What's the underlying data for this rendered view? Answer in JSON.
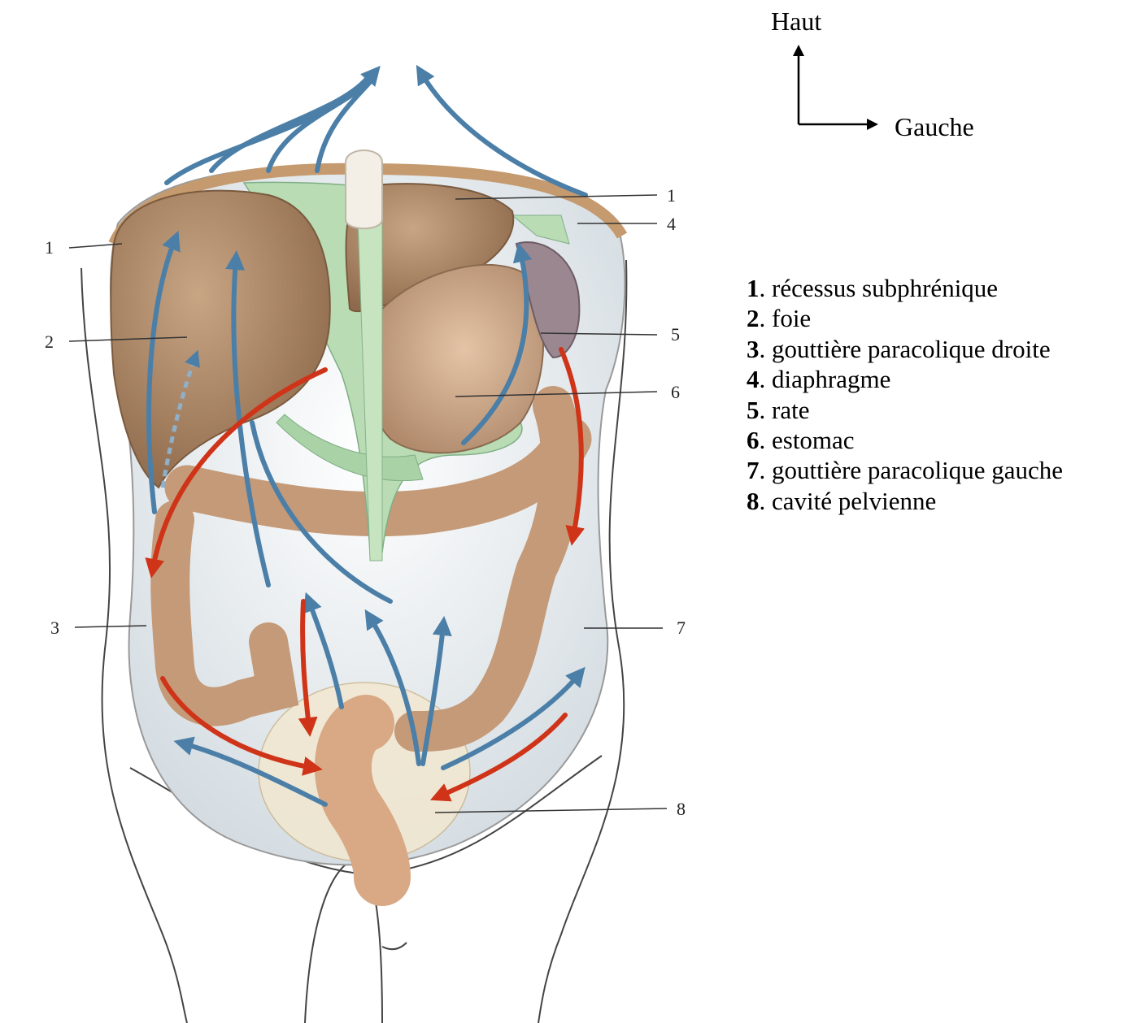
{
  "orientation": {
    "up_label": "Haut",
    "left_label": "Gauche"
  },
  "callouts": [
    "1",
    "1",
    "4",
    "2",
    "5",
    "6",
    "3",
    "7",
    "8"
  ],
  "legend": [
    {
      "num": "1",
      "text": ". récessus subphrénique"
    },
    {
      "num": "2",
      "text": ". foie"
    },
    {
      "num": "3",
      "text": ". gouttière paracolique droite"
    },
    {
      "num": "4",
      "text": ". diaphragme"
    },
    {
      "num": "5",
      "text": ". rate"
    },
    {
      "num": "6",
      "text": ". estomac"
    },
    {
      "num": "7",
      "text": ". gouttière paracolique gauche"
    },
    {
      "num": "8",
      "text": ". cavité pelvienne"
    }
  ],
  "colors": {
    "liver": "#a98462",
    "colon": "#c49a78",
    "omentum": "#b9dcb4",
    "blue_flow": "#4b7fa8",
    "red_flow": "#cf3418",
    "cavity": "#e6ebef"
  }
}
